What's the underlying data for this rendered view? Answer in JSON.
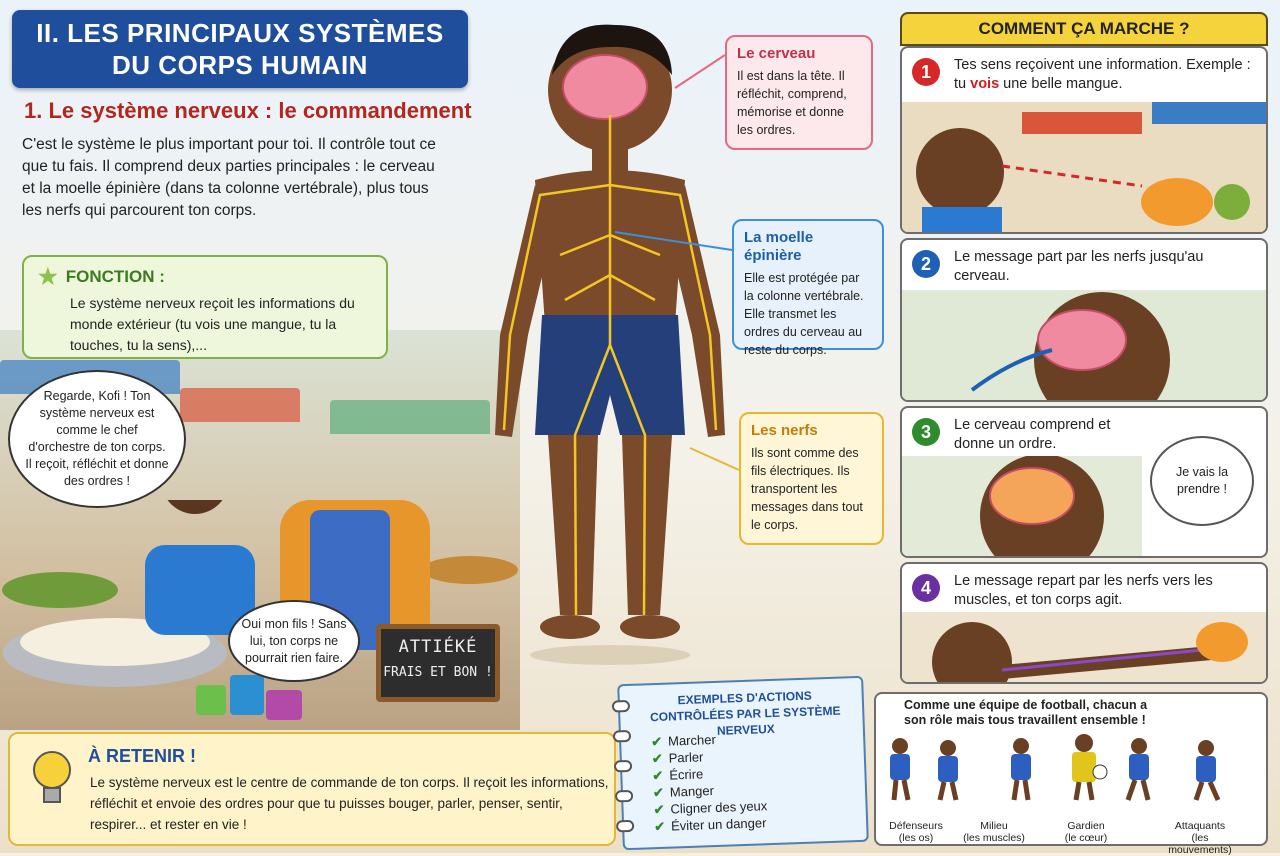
{
  "title_line1": "II. LES PRINCIPAUX SYSTÈMES",
  "title_line2": "DU CORPS HUMAIN",
  "subtitle": "1. Le système nerveux : le commandement",
  "intro": "C'est le système le plus important pour toi. Il contrôle tout ce que tu fais. Il comprend deux parties principales : le cerveau et la moelle épinière (dans ta colonne vertébrale), plus tous les nerfs qui parcourent ton corps.",
  "fonction": {
    "title": "FONCTION :",
    "text": "Le système nerveux reçoit les informations du monde extérieur (tu vois une mangue, tu la touches, tu la sens),..."
  },
  "bubble_mother": "Regarde, Kofi ! Ton système nerveux est comme le chef d'orchestre de ton corps. Il reçoit, réfléchit et donne des ordres !",
  "bubble_son": "Oui mon fils ! Sans lui, ton corps ne pourrait rien faire.",
  "chalkboard": {
    "line1": "ATTIÉKÉ",
    "line2": "FRAIS ET BON !"
  },
  "labels": {
    "cerveau": {
      "title": "Le cerveau",
      "text": "Il est dans la tête. Il réfléchit, comprend, mémorise et donne les ordres."
    },
    "moelle": {
      "title": "La moelle épinière",
      "text": "Elle est protégée par la colonne vertébrale. Elle transmet les ordres du cerveau au reste du corps."
    },
    "nerfs": {
      "title": "Les nerfs",
      "text": "Ils sont comme des fils électriques. Ils transportent les messages dans tout le corps."
    }
  },
  "how": {
    "title": "COMMENT ÇA MARCHE ?",
    "steps": [
      {
        "num": "1",
        "text_a": "Tes sens reçoivent une information. Exemple : tu ",
        "highlight": "vois",
        "text_b": " une belle mangue.",
        "color": "#d62828"
      },
      {
        "num": "2",
        "text": "Le message part par les nerfs jusqu'au cerveau.",
        "color": "#1f5fb4"
      },
      {
        "num": "3",
        "text": "Le cerveau comprend et donne un ordre.",
        "thought": "Je vais la prendre !",
        "color": "#2e8b2e"
      },
      {
        "num": "4",
        "text": "Le message repart par les nerfs vers les muscles, et ton corps agit.",
        "color": "#6a2fa0"
      }
    ]
  },
  "retenir": {
    "title": "À RETENIR !",
    "text": "Le système nerveux est le centre de commande de ton corps. Il reçoit les informations, réfléchit et envoie des ordres pour que tu puisses bouger, parler, penser, sentir, respirer... et rester en vie !"
  },
  "examples": {
    "title": "EXEMPLES D'ACTIONS CONTRÔLÉES PAR LE SYSTÈME NERVEUX",
    "items": [
      "Marcher",
      "Parler",
      "Écrire",
      "Manger",
      "Cligner des yeux",
      "Éviter un danger"
    ]
  },
  "team": {
    "text": "Comme une équipe de football, chacun a son rôle mais tous travaillent ensemble !",
    "roles": [
      {
        "label": "Défenseurs",
        "sub": "(les os)"
      },
      {
        "label": "Milieu",
        "sub": "(les muscles)"
      },
      {
        "label": "Gardien",
        "sub": "(le cœur)"
      },
      {
        "label": "Attaquants",
        "sub": "(les mouvements)"
      }
    ]
  },
  "colors": {
    "title_blue": "#1f4e9c",
    "accent_red": "#b3261e",
    "nerve_yellow": "#f3c623",
    "skin": "#7a4a2a"
  }
}
